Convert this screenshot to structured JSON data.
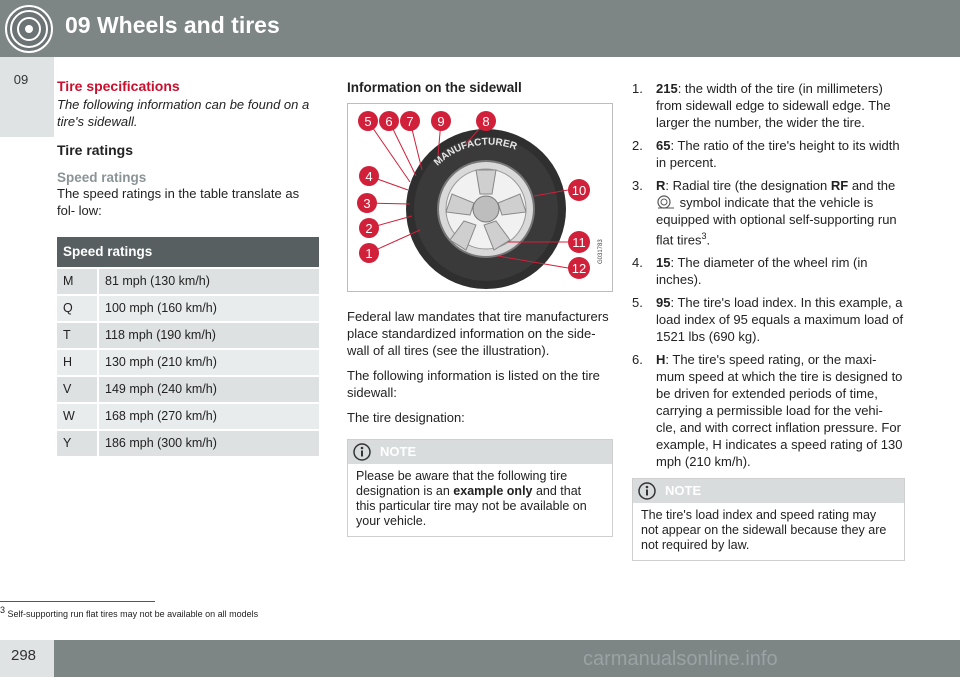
{
  "header": {
    "title": "09 Wheels and tires",
    "icon": "tire-icon"
  },
  "side_tab": {
    "label": "09"
  },
  "col1": {
    "section_title": "Tire specifications",
    "intro": "The following information can be found on a tire's sidewall.",
    "tire_ratings_heading": "Tire ratings",
    "speed_ratings_heading": "Speed ratings",
    "speed_ratings_text": "The speed ratings in the table translate as fol- low:",
    "table": {
      "header": "Speed ratings",
      "rows": [
        {
          "code": "M",
          "speed": "81 mph (130 km/h)"
        },
        {
          "code": "Q",
          "speed": "100 mph (160 km/h)"
        },
        {
          "code": "T",
          "speed": "118 mph (190 km/h)"
        },
        {
          "code": "H",
          "speed": "130 mph (210 km/h)"
        },
        {
          "code": "V",
          "speed": "149 mph (240 km/h)"
        },
        {
          "code": "W",
          "speed": "168 mph (270 km/h)"
        },
        {
          "code": "Y",
          "speed": "186 mph (300 km/h)"
        }
      ]
    }
  },
  "col2": {
    "heading": "Information on the sidewall",
    "figure": {
      "code": "G031783",
      "sidewall_text": "MANUFACTURER",
      "callouts": [
        "5",
        "6",
        "7",
        "9",
        "8",
        "4",
        "3",
        "2",
        "1",
        "10",
        "11",
        "12"
      ],
      "callout_color": "#d0203a"
    },
    "para1": "Federal law mandates that tire manufacturers place standardized information on the side- wall of all tires (see the illustration).",
    "para2": "The following information is listed on the tire sidewall:",
    "para3": "The tire designation:",
    "note": {
      "label": "NOTE",
      "text_before": "Please be aware that the following tire designation is an ",
      "text_bold": "example only",
      "text_after": " and that this particular tire may not be available on your vehicle."
    }
  },
  "col3": {
    "items": [
      {
        "num": "1.",
        "bold": "215",
        "text": ": the width of the tire (in millimeters) from sidewall edge to sidewall edge. The larger the number, the wider the tire."
      },
      {
        "num": "2.",
        "bold": "65",
        "text": ": The ratio of the tire's height to its width in percent."
      },
      {
        "num": "3.",
        "bold": "R",
        "text_a": ": Radial tire (the designation ",
        "bold2": "RF",
        "text_b": " and the",
        "text_c": " symbol indicate that the vehicle is equipped with optional self-supporting run flat tires",
        "sup": "3",
        "text_d": "."
      },
      {
        "num": "4.",
        "bold": "15",
        "text": ": The diameter of the wheel rim (in inches)."
      },
      {
        "num": "5.",
        "bold": "95",
        "text": ": The tire's load index. In this example, a load index of 95 equals a maximum load of 1521 lbs (690 kg)."
      },
      {
        "num": "6.",
        "bold": "H",
        "text": ": The tire's speed rating, or the maxi- mum speed at which the tire is designed to be driven for extended periods of time, carrying a permissible load for the vehi- cle, and with correct inflation pressure. For example, H indicates a speed rating of 130 mph (210 km/h)."
      }
    ],
    "note": {
      "label": "NOTE",
      "text": "The tire's load index and speed rating may not appear on the sidewall because they are not required by law."
    }
  },
  "footnote": {
    "num": "3",
    "text": " Self-supporting run flat tires may not be available on all models"
  },
  "footer": {
    "page": "298",
    "watermark": "carmanualsonline.info"
  },
  "colors": {
    "bar": "#7d8585",
    "tab": "#dfe3e4",
    "title_red": "#c8102e",
    "table_header": "#575f61"
  }
}
